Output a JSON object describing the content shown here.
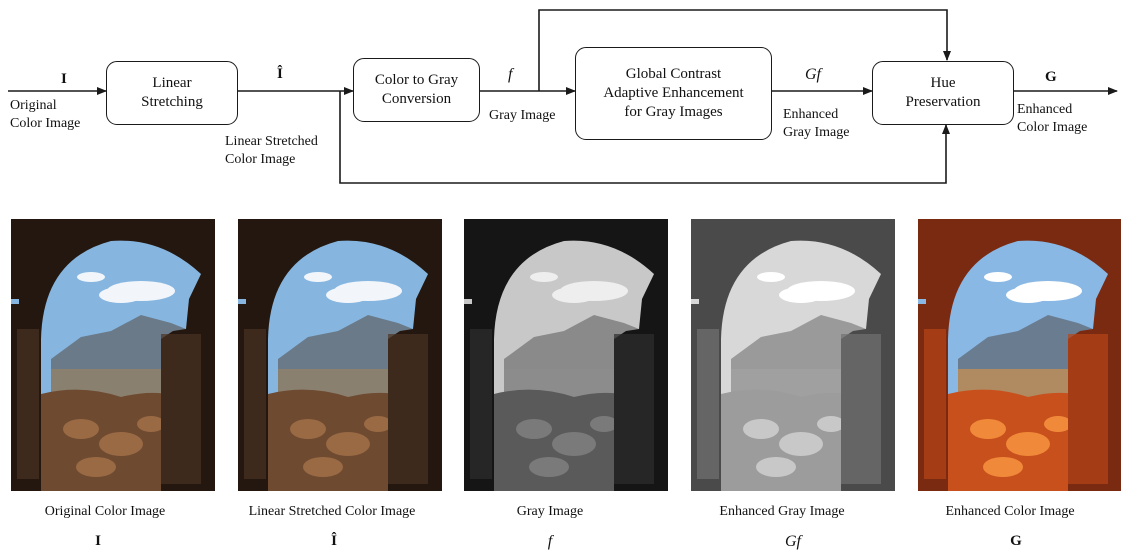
{
  "blocks": {
    "linear_stretching": [
      "Linear",
      "Stretching"
    ],
    "color_to_gray": [
      "Color to Gray",
      "Conversion"
    ],
    "global_contrast": [
      "Global Contrast",
      "Adaptive Enhancement",
      "for Gray Images"
    ],
    "hue_preservation": [
      "Hue",
      "Preservation"
    ]
  },
  "flow_labels": {
    "input_symbol": "I",
    "input_label": [
      "Original",
      "Color Image"
    ],
    "stretched_symbol": "Î",
    "stretched_label": [
      "Linear Stretched",
      "Color Image"
    ],
    "gray_symbol": "f",
    "gray_label": "Gray Image",
    "enhanced_gray_symbol": "Gf",
    "enhanced_gray_label": [
      "Enhanced",
      "Gray Image"
    ],
    "output_symbol": "G",
    "output_label": [
      "Enhanced",
      "Color Image"
    ]
  },
  "examples": [
    {
      "caption": "Original Color Image",
      "symbol": "I",
      "style": "original"
    },
    {
      "caption": "Linear Stretched Color Image",
      "symbol": "Î",
      "style": "original"
    },
    {
      "caption": "Gray Image",
      "symbol": "f",
      "style": "gray"
    },
    {
      "caption": "Enhanced Gray Image",
      "symbol": "Gf",
      "style": "enhanced-gray"
    },
    {
      "caption": "Enhanced Color Image",
      "symbol": "G",
      "style": "enhanced-color"
    }
  ],
  "colors": {
    "line": "#1a1a1a",
    "sky": "#7fb0dc",
    "stone_dark": "#2a1c12",
    "enhanced_tint": "#d0441a"
  }
}
